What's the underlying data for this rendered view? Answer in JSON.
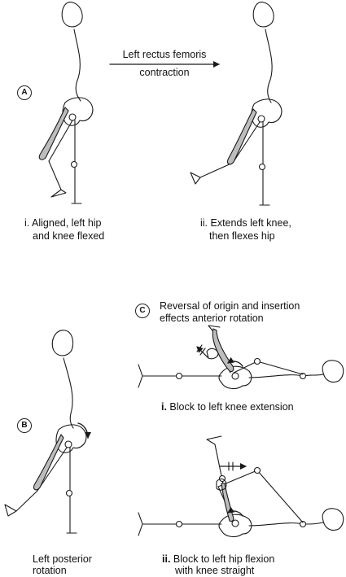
{
  "panel_a": {
    "label": "A",
    "arrow_text_line1": "Left rectus femoris",
    "arrow_text_line2": "contraction",
    "caption_i_line1": "i. Aligned, left hip",
    "caption_i_line2": "and knee flexed",
    "caption_ii_line1": "ii. Extends left knee,",
    "caption_ii_line2": "then flexes hip"
  },
  "panel_b": {
    "label": "B",
    "caption_line1": "Left posterior",
    "caption_line2": "rotation"
  },
  "panel_c": {
    "label": "C",
    "heading_line1": "Reversal of origin and insertion",
    "heading_line2": "effects anterior rotation",
    "caption_i_num": "i.",
    "caption_i_text": " Block to left knee extension",
    "caption_ii_num": "ii.",
    "caption_ii_text_line1": " Block to left hip flexion",
    "caption_ii_text_line2": "with knee straight"
  },
  "colors": {
    "stroke": "#1a1a1a",
    "muscle_fill": "#bdbdbd",
    "background": "#ffffff"
  }
}
